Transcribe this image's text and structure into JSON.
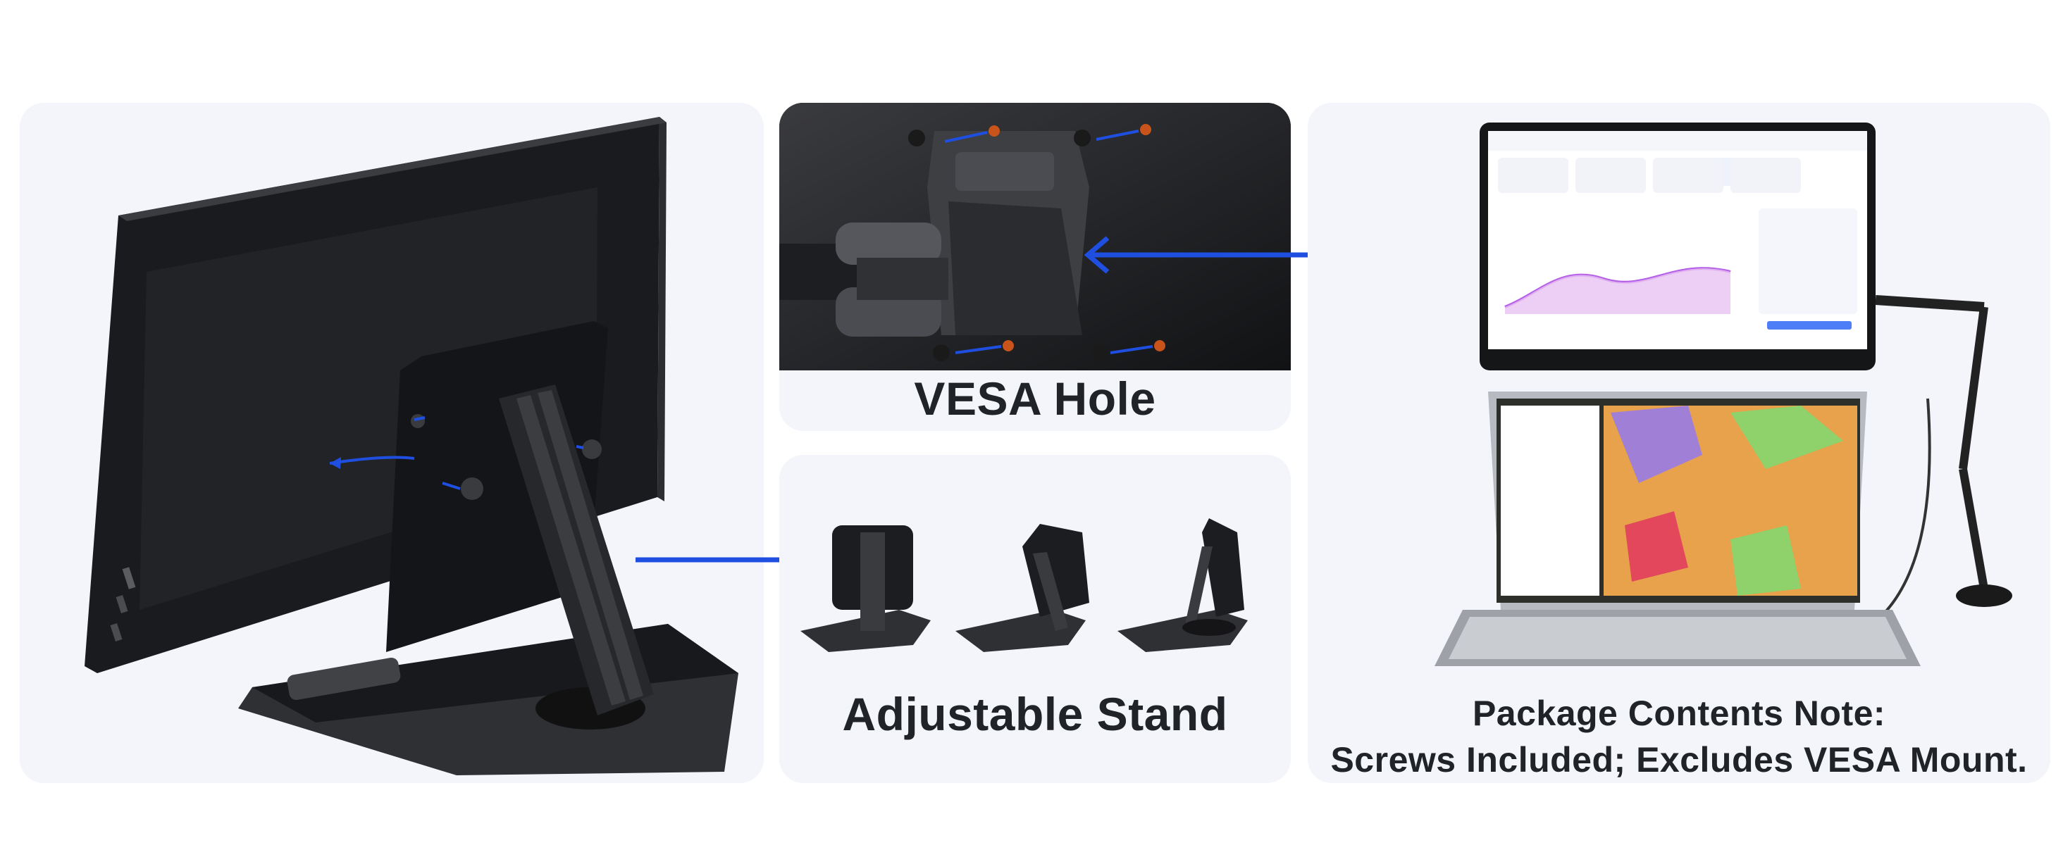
{
  "captions": {
    "vesa": "VESA Hole",
    "stand": "Adjustable Stand",
    "package_line1": "Package Contents Note:",
    "package_line2": "Screws Included; Excludes VESA Mount."
  },
  "colors": {
    "panel_bg": "#f3f5fb",
    "accent_arrow": "#1f4fe0",
    "caption_text": "#202328",
    "device_dark": "#1c1d20"
  },
  "icons": {
    "monitor": "portable-monitor-image",
    "stand": "stand-image",
    "laptop": "laptop-image",
    "arm": "monitor-arm-image"
  }
}
